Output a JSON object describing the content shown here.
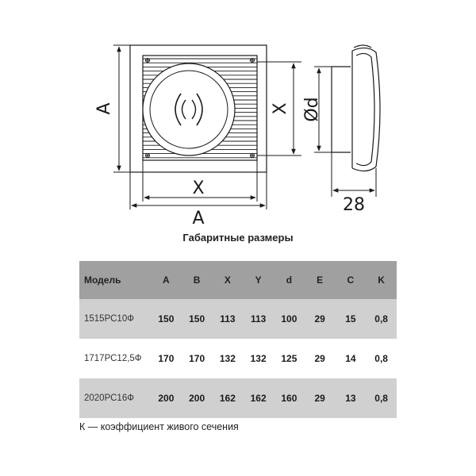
{
  "drawing": {
    "labels": {
      "a_vertical": "A",
      "x_vertical": "X",
      "x_horizontal": "X",
      "a_horizontal": "A",
      "diameter": "Ød",
      "depth": "28"
    }
  },
  "caption": "Габаритные размеры",
  "table": {
    "columns": [
      "Модель",
      "A",
      "B",
      "X",
      "Y",
      "d",
      "E",
      "C",
      "K"
    ],
    "rows": [
      [
        "1515РС10Ф",
        "150",
        "150",
        "113",
        "113",
        "100",
        "29",
        "15",
        "0,8"
      ],
      [
        "1717РС12,5Ф",
        "170",
        "170",
        "132",
        "132",
        "125",
        "29",
        "14",
        "0,8"
      ],
      [
        "2020РС16Ф",
        "200",
        "200",
        "162",
        "162",
        "160",
        "29",
        "13",
        "0,8"
      ]
    ]
  },
  "footnote": "К — коэффициент живого сечения",
  "colors": {
    "header_bg": "#a0a0a0",
    "shaded_row_bg": "#d0d0d0",
    "line": "#1a1a1a"
  }
}
